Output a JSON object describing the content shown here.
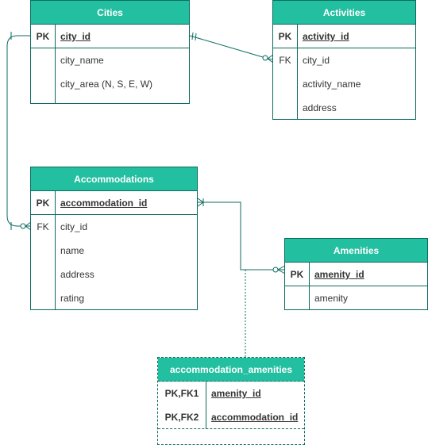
{
  "entities": {
    "cities": {
      "title": "Cities",
      "rows": [
        {
          "key": "PK",
          "field": "city_id"
        },
        {
          "key": "",
          "field": "city_name"
        },
        {
          "key": "",
          "field": "city_area (N, S, E, W)"
        }
      ]
    },
    "activities": {
      "title": "Activities",
      "rows": [
        {
          "key": "PK",
          "field": "activity_id"
        },
        {
          "key": "FK",
          "field": "city_id"
        },
        {
          "key": "",
          "field": "activity_name"
        },
        {
          "key": "",
          "field": "address"
        }
      ]
    },
    "accommodations": {
      "title": "Accommodations",
      "rows": [
        {
          "key": "PK",
          "field": "accommodation_id"
        },
        {
          "key": "FK",
          "field": "city_id"
        },
        {
          "key": "",
          "field": "name"
        },
        {
          "key": "",
          "field": "address"
        },
        {
          "key": "",
          "field": "rating"
        }
      ]
    },
    "amenities": {
      "title": "Amenities",
      "rows": [
        {
          "key": "PK",
          "field": "amenity_id"
        },
        {
          "key": "",
          "field": "amenity"
        }
      ]
    },
    "accommodation_amenities": {
      "title": "accommodation_amenities",
      "rows": [
        {
          "key": "PK,FK1",
          "field": "amenity_id"
        },
        {
          "key": "PK,FK2",
          "field": "accommodation_id"
        }
      ]
    }
  },
  "colors": {
    "header_fill": "#22bfa0",
    "border": "#0b6b5e",
    "text": "#333333"
  }
}
